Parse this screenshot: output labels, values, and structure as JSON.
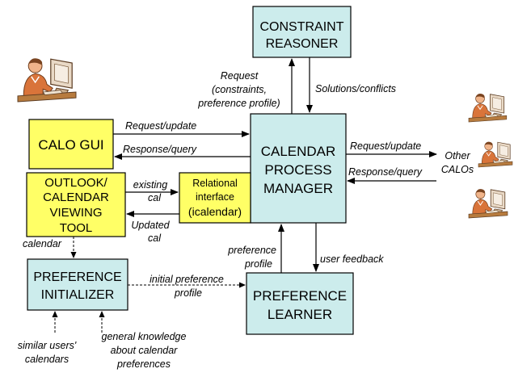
{
  "boxes": {
    "constraint_reasoner": [
      "CONSTRAINT",
      "REASONER"
    ],
    "calo_gui": [
      "CALO GUI"
    ],
    "calendar_process_manager": [
      "CALENDAR",
      "PROCESS",
      "MANAGER"
    ],
    "outlook_tool": [
      "OUTLOOK/",
      "CALENDAR",
      "VIEWING",
      "TOOL"
    ],
    "relational_interface": [
      "Relational",
      "interface",
      "(icalendar)"
    ],
    "preference_initializer": [
      "PREFERENCE",
      "INITIALIZER"
    ],
    "preference_learner": [
      "PREFERENCE",
      "LEARNER"
    ]
  },
  "labels": {
    "request_constraints": [
      "Request",
      "(constraints,",
      "preference profile)"
    ],
    "solutions_conflicts": "Solutions/conflicts",
    "gui_request_update": "Request/update",
    "gui_response_query": "Response/query",
    "calo_request_update": "Request/update",
    "calo_response_query": "Response/query",
    "other_calos": [
      "Other",
      "CALOs"
    ],
    "existing_cal": [
      "existing",
      "cal"
    ],
    "updated_cal": [
      "Updated",
      "cal"
    ],
    "calendar": "calendar",
    "preference_profile": [
      "preference",
      "profile"
    ],
    "user_feedback": "user feedback",
    "initial_preference_profile": [
      "initial preference",
      "profile"
    ],
    "similar_users_calendars": [
      "similar users'",
      "calendars"
    ],
    "general_knowledge": [
      "general knowledge",
      "about calendar",
      "preferences"
    ]
  },
  "colors": {
    "blue_box": "#CCECEC",
    "yellow_box": "#FFFF66",
    "border": "#000000",
    "arrow": "#000000"
  },
  "icons": {
    "user_left": "person-at-computer-icon",
    "calo_1": "person-at-computer-icon",
    "calo_2": "person-at-computer-icon",
    "calo_3": "person-at-computer-icon"
  }
}
